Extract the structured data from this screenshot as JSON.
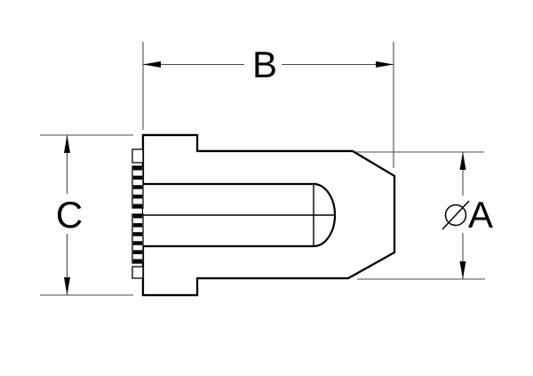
{
  "drawing": {
    "background_color": "#ffffff",
    "outline_color": "#000000",
    "hatch_color": "#666666",
    "dimension_line_color": "#4a4a4a",
    "dimensions": {
      "length": {
        "label": "B"
      },
      "flange_height": {
        "label": "C"
      },
      "body_diameter": {
        "label": "A",
        "symbol": "⌀"
      }
    }
  }
}
